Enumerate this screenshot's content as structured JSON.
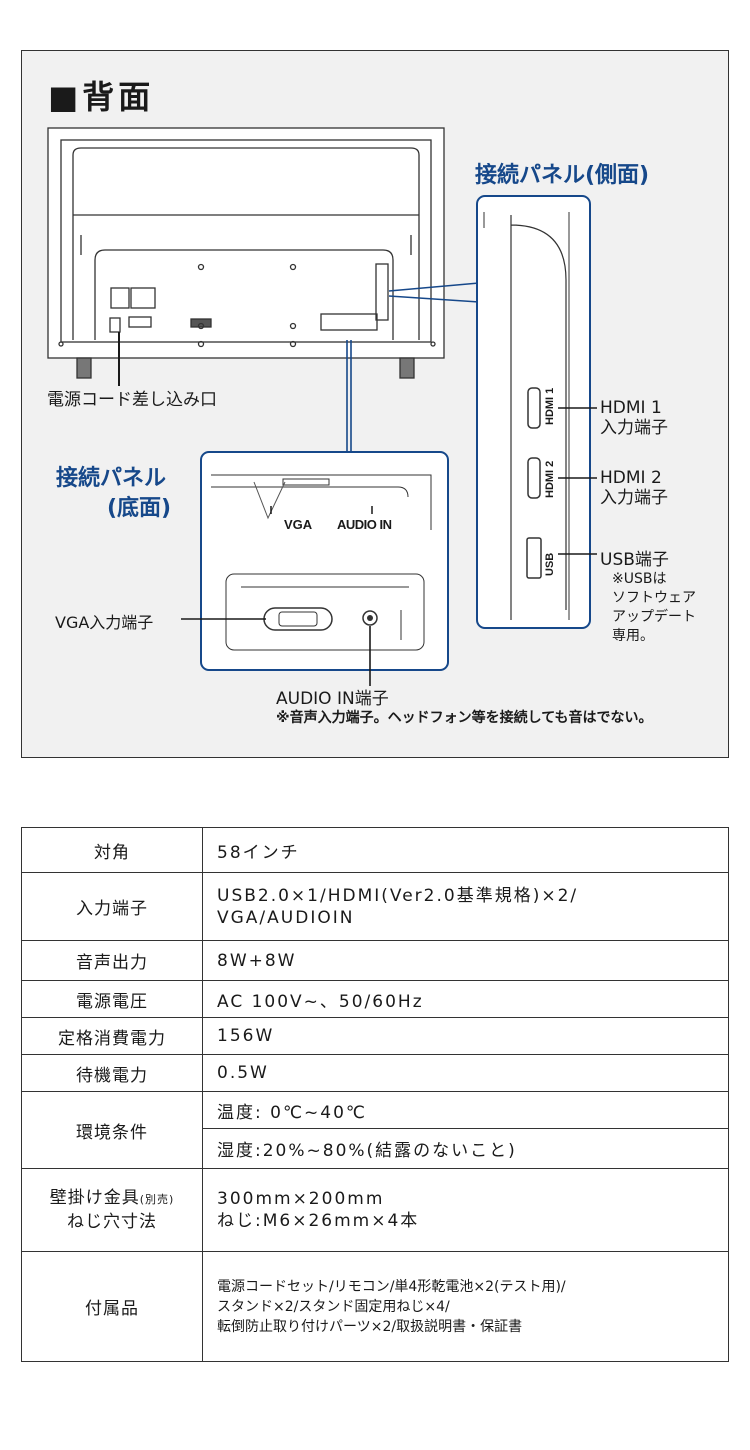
{
  "rear": {
    "title": "■背面",
    "side_panel_title": "接続パネル(側面)",
    "bottom_panel_title_line1": "接続パネル",
    "bottom_panel_title_line2": "(底面)",
    "power_label": "電源コード差し込み口",
    "bottom_port_vga": "VGA",
    "bottom_port_audio": "AUDIO IN",
    "vga_label": "VGA入力端子",
    "audio_label": "AUDIO IN端子",
    "audio_note": "※音声入力端子。ヘッドフォン等を接続しても音はでない。",
    "hdmi1_port": "HDMI 1",
    "hdmi2_port": "HDMI 2",
    "usb_port": "USB",
    "hdmi1_label_line1": "HDMI 1",
    "hdmi1_label_line2": "入力端子",
    "hdmi2_label_line1": "HDMI 2",
    "hdmi2_label_line2": "入力端子",
    "usb_label": "USB端子",
    "usb_note_line1": "※USBは",
    "usb_note_line2": "ソフトウェア",
    "usb_note_line3": "アップデート",
    "usb_note_line4": "専用。",
    "accent_color": "#16488a"
  },
  "specs": {
    "diagonal": {
      "key": "対角",
      "value": "58インチ"
    },
    "inputs": {
      "key": "入力端子",
      "value_line1": "USB2.0×1/HDMI(Ver2.0基準規格)×2/",
      "value_line2": "VGA/AUDIOIN"
    },
    "audio_out": {
      "key": "音声出力",
      "value": "8W+8W"
    },
    "power_voltage": {
      "key": "電源電圧",
      "value": "AC 100V~、50/60Hz"
    },
    "rated_power": {
      "key": "定格消費電力",
      "value": "156W"
    },
    "standby_power": {
      "key": "待機電力",
      "value": "0.5W"
    },
    "environment": {
      "key": "環境条件",
      "value_temp": "温度: 0℃~40℃",
      "value_humidity": "湿度:20%~80%(結露のないこと)"
    },
    "wall_mount": {
      "key_line1": "壁掛け金具",
      "key_line1_note": "(別売)",
      "key_line2": "ねじ穴寸法",
      "value_line1": "300mm×200mm",
      "value_line2": "ねじ:M6×26mm×4本"
    },
    "accessories": {
      "key": "付属品",
      "value_line1": "電源コードセット/リモコン/単4形乾電池×2(テスト用)/",
      "value_line2": "スタンド×2/スタンド固定用ねじ×4/",
      "value_line3": "転倒防止取り付けパーツ×2/取扱説明書・保証書"
    }
  }
}
